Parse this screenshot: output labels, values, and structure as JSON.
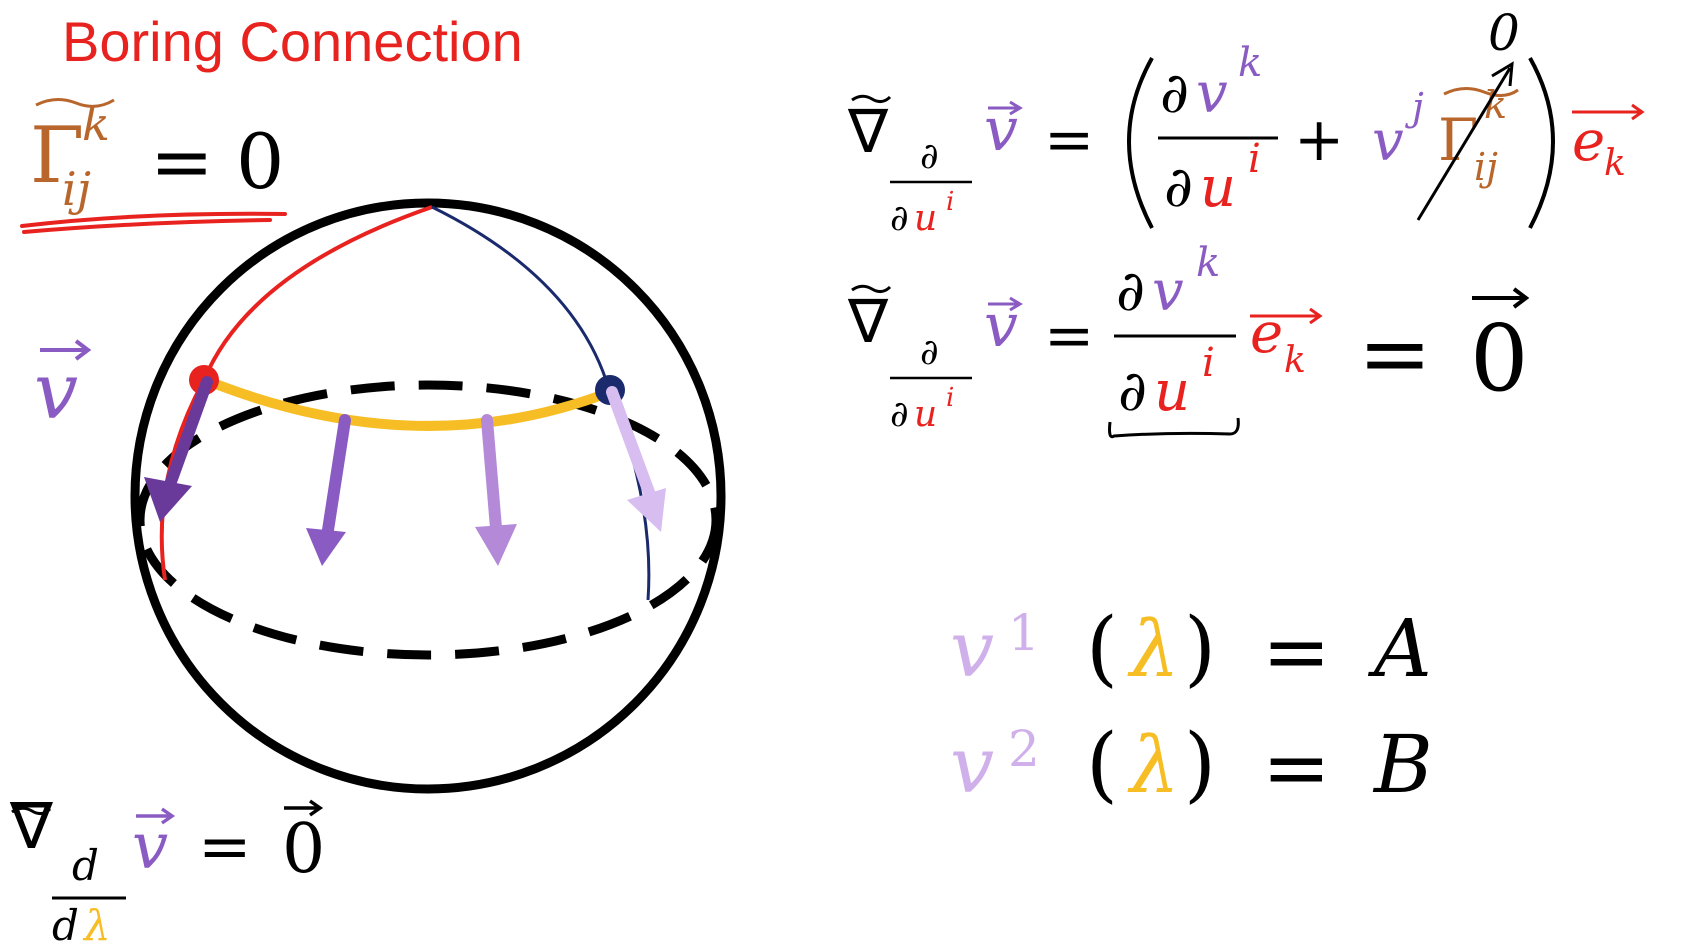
{
  "title": "Boring Connection",
  "colors": {
    "red": "#e8231f",
    "orange": "#b8662c",
    "purple_dark": "#6a3a9a",
    "purple_mid": "#8a5bc2",
    "purple_light": "#c9a8e6",
    "yellow": "#f6bd25",
    "navy": "#1a2a6c",
    "black": "#000000"
  },
  "symbols": {
    "nabla": "∇",
    "tilde": "~",
    "partial": "∂",
    "v": "v",
    "u": "u",
    "e": "e",
    "gamma": "Γ",
    "lambda": "λ",
    "d": "d",
    "k": "k",
    "i": "i",
    "j": "j",
    "ij": "ij",
    "zero": "0",
    "zero_handwritten": "0",
    "equals": "=",
    "plus": "+",
    "one": "1",
    "two": "2",
    "A": "A",
    "B": "B",
    "lparen": "(",
    "rparen": ")"
  }
}
